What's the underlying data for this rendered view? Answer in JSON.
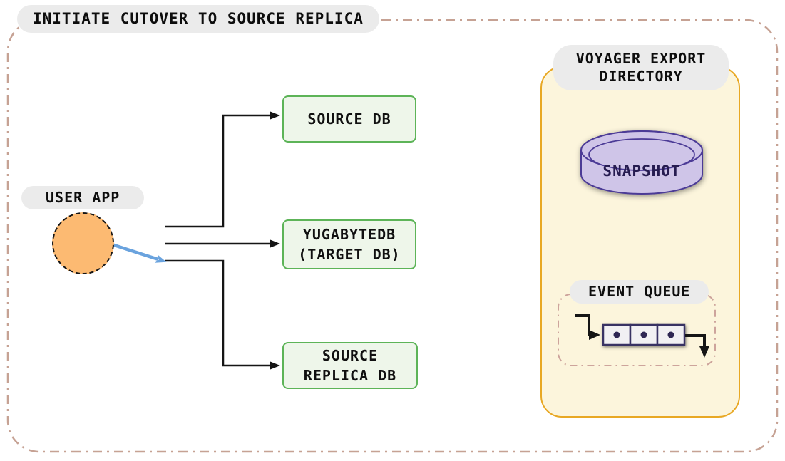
{
  "title": "INITIATE CUTOVER TO SOURCE REPLICA",
  "user_app": {
    "label": "USER APP"
  },
  "databases": [
    {
      "id": "source-db",
      "label": "SOURCE DB"
    },
    {
      "id": "target-db",
      "label": "YUGABYTEDB\n(TARGET DB)"
    },
    {
      "id": "source-replica-db",
      "label": "SOURCE\nREPLICA DB"
    }
  ],
  "voyager": {
    "label": "VOYAGER EXPORT\nDIRECTORY",
    "snapshot_label": "SNAPSHOT",
    "event_queue_label": "EVENT QUEUE",
    "queue_cell_count": 3
  },
  "icons": [
    "user-app-circle-icon",
    "database-cylinder-icon",
    "event-queue-icon"
  ],
  "colors": {
    "pill": "#ebebeb",
    "orange": "#fcba72",
    "green-fill": "#eef6ea",
    "green-border": "#5db458",
    "yellow-fill": "#fcf5dc",
    "yellow-border": "#e8a824",
    "purple-fill": "#cfc5e8",
    "purple-border": "#4c3a96",
    "purple-text": "#261c50",
    "outer-dash": "#c6a294",
    "queue-dash": "#cda49c",
    "queue-cell-fill": "#f1f0f3",
    "queue-cell-border": "#383164",
    "blue-arrow": "#6aa3de",
    "line": "#151515"
  }
}
